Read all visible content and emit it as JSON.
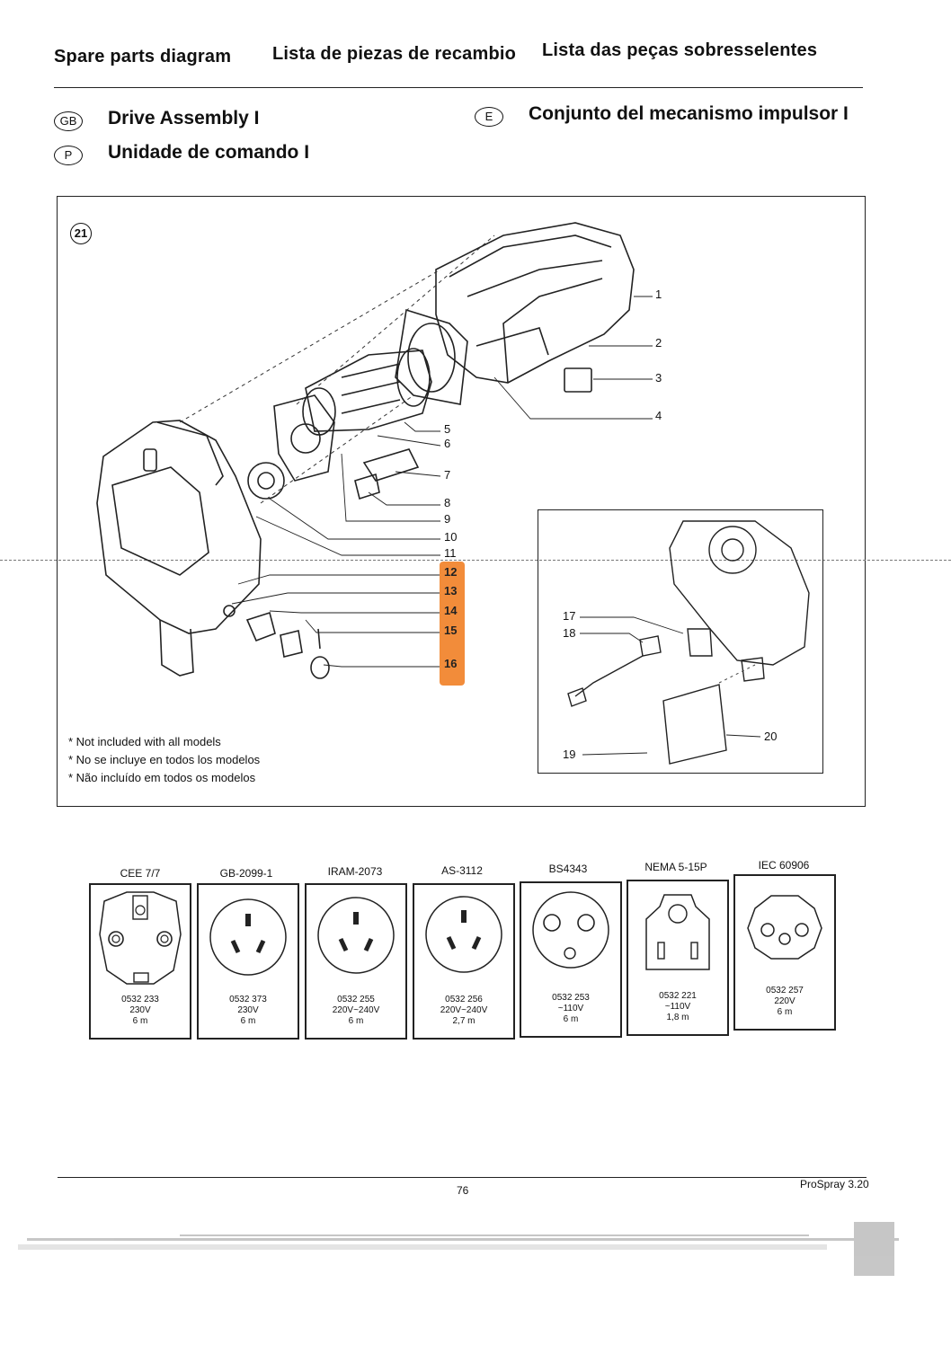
{
  "header": {
    "en": "Spare parts diagram",
    "es": "Lista de piezas de recambio",
    "pt": "Lista das peças sobresselentes"
  },
  "section": {
    "gb_code": "GB",
    "gb_title": "Drive Assembly I",
    "e_code": "E",
    "e_title": "Conjunto del mecanismo impulsor I",
    "p_code": "P",
    "p_title": "Unidade de comando I"
  },
  "figure": {
    "number": "21",
    "callouts": [
      "1",
      "2",
      "3",
      "4",
      "5",
      "6",
      "7",
      "8",
      "9",
      "10",
      "11"
    ],
    "highlighted": [
      "12",
      "13",
      "14",
      "15",
      "16"
    ],
    "inset_callouts": [
      "17",
      "18",
      "19",
      "20"
    ],
    "highlight_color": "#f28c3a"
  },
  "notes": [
    "* Not included with all models",
    "* No se incluye en todos los modelos",
    "* Não incluído em todos os modelos"
  ],
  "plugs": [
    {
      "standard": "CEE 7/7",
      "part": "0532 233",
      "voltage": "230V",
      "length": "6 m"
    },
    {
      "standard": "GB-2099-1",
      "part": "0532 373",
      "voltage": "230V",
      "length": "6 m"
    },
    {
      "standard": "IRAM-2073",
      "part": "0532 255",
      "voltage": "220V~240V",
      "length": "6 m"
    },
    {
      "standard": "AS-3112",
      "part": "0532 256",
      "voltage": "220V~240V",
      "length": "2,7 m"
    },
    {
      "standard": "BS4343",
      "part": "0532 253",
      "voltage": "~110V",
      "length": "6 m"
    },
    {
      "standard": "NEMA 5-15P",
      "part": "0532 221",
      "voltage": "~110V",
      "length": "1,8 m"
    },
    {
      "standard": "IEC 60906",
      "part": "0532 257",
      "voltage": "220V",
      "length": "6 m"
    }
  ],
  "footer": {
    "page": "76",
    "product": "ProSpray 3.20"
  }
}
